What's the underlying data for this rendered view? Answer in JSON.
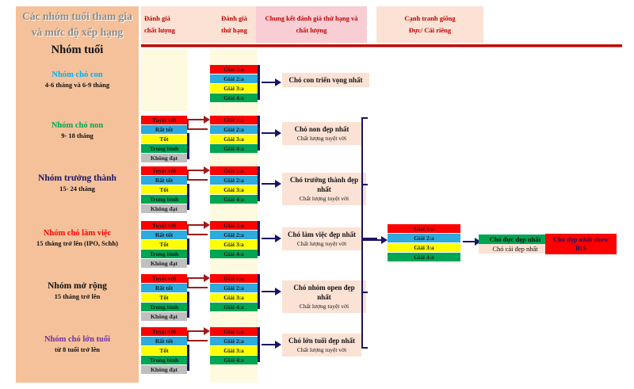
{
  "header": {
    "title_line1": "Các nhóm tuổi tham gia",
    "title_line2": "và mức độ xếp hạng",
    "subtitle": "Nhóm tuổi",
    "col_quality_l1": "Đánh giá",
    "col_quality_l2": "chất lượng",
    "col_rank_l1": "Đánh giá",
    "col_rank_l2": "thứ hạng",
    "col_final_l1": "Chung kết đánh giá thứ hạng và",
    "col_final_l2": "chất lượng",
    "col_compete_l1": "Cạnh tranh giống",
    "col_compete_l2": "Đực/ Cái riêng"
  },
  "quality_levels": [
    "Tuyệt vời",
    "Rất tốt",
    "Tốt",
    "Trung bình",
    "Không đạt"
  ],
  "rank_levels": [
    "Giải 1:a",
    "Giải 2:a",
    "Giải 3:a",
    "Giải 4:a"
  ],
  "age_groups": [
    {
      "name": "Nhóm chó con",
      "age": "4-6 tháng và 6-9 tháng",
      "color": "#00b0f0",
      "has_quality": false,
      "result_main": "Chó con triển vọng nhất",
      "result_sub": ""
    },
    {
      "name": "Nhóm chó non",
      "age": "9- 18 tháng",
      "color": "#00a651",
      "has_quality": true,
      "result_main": "Chó non đẹp nhất",
      "result_sub": "Chất lượng tuyệt vời"
    },
    {
      "name": "Nhóm trưởng thành",
      "age": "15- 24 tháng",
      "color": "#1b1464",
      "has_quality": true,
      "result_main": "Chó trưởng thành đẹp nhất",
      "result_sub": "Chất lượng tuyệt vời"
    },
    {
      "name": "Nhóm chó làm việc",
      "age": "15 tháng trở lên (IPO, Schh)",
      "color": "#ff0000",
      "has_quality": true,
      "result_main": "Chó làm việc đẹp nhất",
      "result_sub": "Chất lượng tuyệt vời"
    },
    {
      "name": "Nhóm mở rộng",
      "age": "15 tháng trở lên",
      "color": "#111111",
      "has_quality": true,
      "result_main": "Chó nhóm open đẹp nhất",
      "result_sub": "Chất lượng tuyệt vời"
    },
    {
      "name": "Nhóm chó lớn tuổi",
      "age": "từ 8 tuổi trở lên",
      "color": "#7030a0",
      "has_quality": true,
      "result_main": "Chó lớn tuổi đẹp nhất",
      "result_sub": "Chất lượng tuyệt vời"
    }
  ],
  "final": {
    "best_male": "Chó đực đẹp nhất",
    "best_female": "Chó cái đẹp nhất",
    "bis_line1": "Chó đẹp nhất show",
    "bis_line2": "BIS"
  }
}
